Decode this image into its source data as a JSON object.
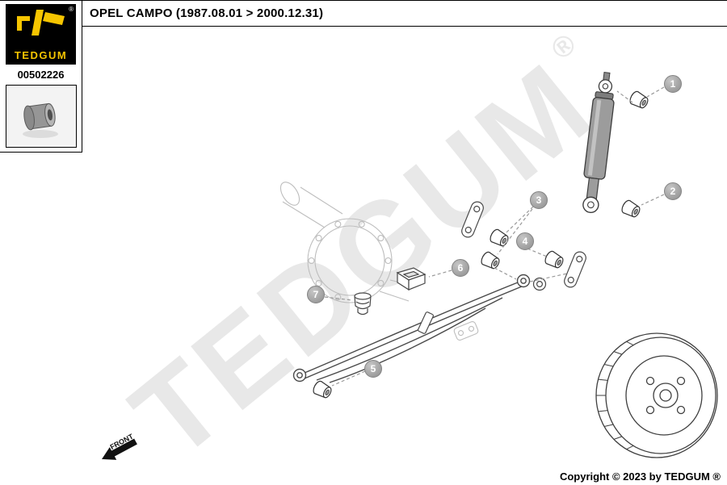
{
  "header": {
    "title": "OPEL CAMPO (1987.08.01 > 2000.12.31)"
  },
  "logo": {
    "brand": "TEDGUM",
    "registered": "®",
    "part_number": "00502226"
  },
  "watermark": {
    "text": "TEDGUM",
    "registered": "®"
  },
  "diagram": {
    "front_label": "FRONT",
    "callouts": [
      {
        "number": "1"
      },
      {
        "number": "2"
      },
      {
        "number": "3"
      },
      {
        "number": "4"
      },
      {
        "number": "5"
      },
      {
        "number": "6"
      },
      {
        "number": "7"
      }
    ]
  },
  "footer": {
    "copyright": "Copyright © 2023 by TEDGUM ®"
  },
  "colors": {
    "brand_yellow": "#f6c500",
    "watermark_gray": "#e8e8e8",
    "callout_gray": "#8d8d8d"
  }
}
